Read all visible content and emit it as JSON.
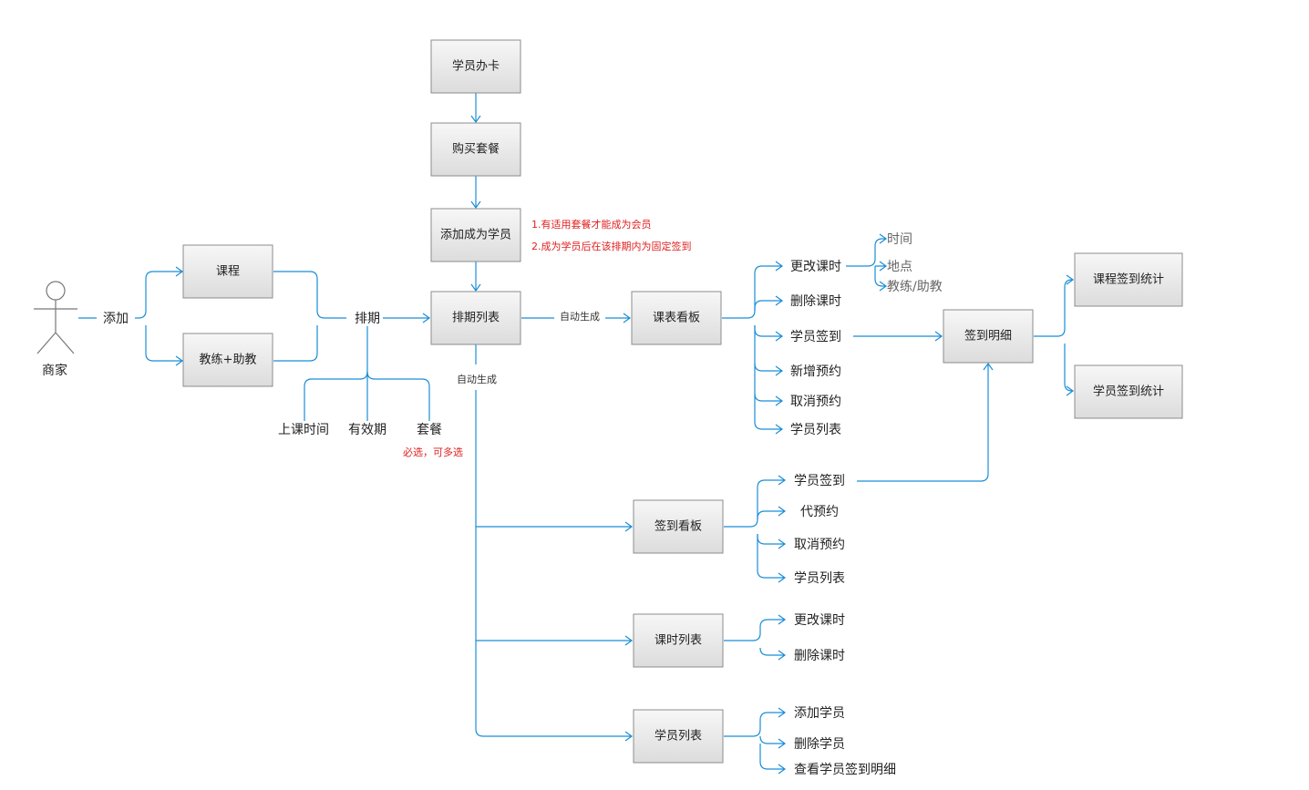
{
  "actor": {
    "label": "商家"
  },
  "boxes": {
    "card": "学员办卡",
    "buy": "购买套餐",
    "add_student": "添加成为学员",
    "course": "课程",
    "coach": "教练+助教",
    "schedule_list": "排期列表",
    "timetable_board": "课表看板",
    "checkin_detail": "签到明细",
    "course_stats": "课程签到统计",
    "student_stats": "学员签到统计",
    "checkin_board": "签到看板",
    "lesson_list": "课时列表",
    "student_list": "学员列表"
  },
  "labels": {
    "add": "添加",
    "schedule": "排期",
    "class_time": "上课时间",
    "validity": "有效期",
    "package": "套餐",
    "auto_gen_1": "自动生成",
    "auto_gen_2": "自动生成"
  },
  "notes": {
    "note1": "1.有适用套餐才能成为会员",
    "note2": "2.成为学员后在该排期内为固定签到",
    "required": "必选，可多选"
  },
  "timetable_items": {
    "change": "更改课时",
    "delete": "删除课时",
    "checkin": "学员签到",
    "new_booking": "新增预约",
    "cancel_booking": "取消预约",
    "student_list": "学员列表"
  },
  "change_sub": {
    "time": "时间",
    "place": "地点",
    "coach": "教练/助教"
  },
  "checkin_items": {
    "checkin": "学员签到",
    "proxy": "代预约",
    "cancel": "取消预约",
    "student_list": "学员列表"
  },
  "lesson_items": {
    "change": "更改课时",
    "delete": "删除课时"
  },
  "student_items": {
    "add": "添加学员",
    "delete": "删除学员",
    "view": "查看学员签到明细"
  },
  "colors": {
    "connector": "#1a8ed8",
    "note": "#e02020",
    "box_top": "#f7f7f7",
    "box_bottom": "#dcdcdc"
  }
}
